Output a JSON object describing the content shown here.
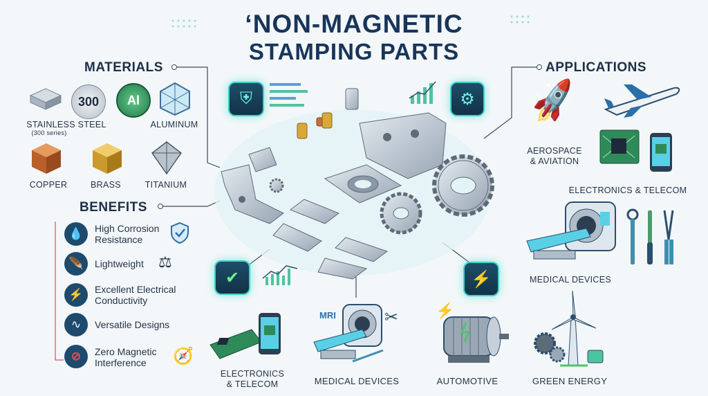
{
  "title": {
    "line1": "‘NON-MAGNETIC",
    "line2": "STAMPING PARTS"
  },
  "materials": {
    "heading": "MATERIALS",
    "badges": {
      "grade": "300",
      "al": "Al"
    },
    "items": {
      "stainless_steel": "STAINLESS STEEL",
      "stainless_note": "(300 series)",
      "aluminum": "ALUMINUM",
      "copper": "COPPER",
      "brass": "BRASS",
      "titanium": "TITANIUM"
    }
  },
  "benefits": {
    "heading": "BENEFITS",
    "items": [
      {
        "line1": "High Corrosion",
        "line2": "Resistance"
      },
      {
        "line1": "Lightweight",
        "line2": ""
      },
      {
        "line1": "Excellent Electrical",
        "line2": "Conductivity"
      },
      {
        "line1": "Versatile Designs",
        "line2": ""
      },
      {
        "line1": "Zero Magnetic",
        "line2": "Interference"
      }
    ]
  },
  "applications": {
    "heading": "APPLICATIONS",
    "aerospace_line1": "AEROSPACE",
    "aerospace_line2": "& AVIATION",
    "electronics_right": "ELECTRONICS & TELECOM",
    "medical_right": "MEDICAL DEVICES"
  },
  "bottom": {
    "electronics_line1": "ELECTRONICS",
    "electronics_line2": "& TELECOM",
    "mri": "MRI",
    "medical": "MEDICAL DEVICES",
    "automotive": "AUTOMOTIVE",
    "green": "GREEN ENERGY"
  },
  "colors": {
    "navy": "#18355a",
    "teal": "#3fd1c6",
    "metal": "#b8c4cf",
    "copper": "#c8703a",
    "brass": "#d9a83a"
  }
}
